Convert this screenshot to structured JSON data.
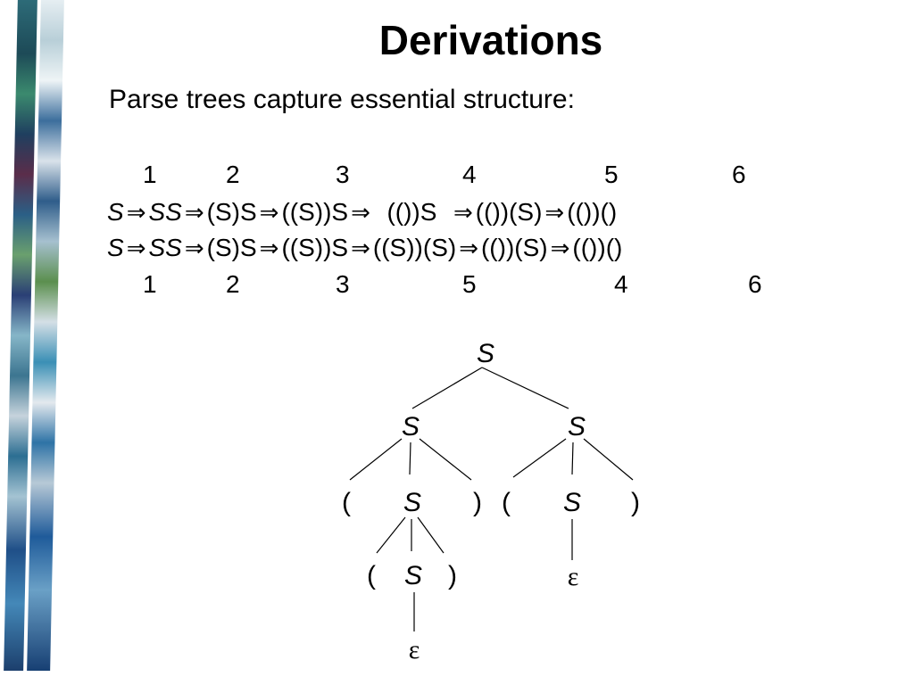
{
  "slide": {
    "title": "Derivations",
    "subtitle": "Parse trees capture essential structure:"
  },
  "top_numbers": [
    "1",
    "2",
    "3",
    "4",
    "5",
    "6"
  ],
  "bottom_numbers": [
    "1",
    "2",
    "3",
    "5",
    "4",
    "6"
  ],
  "derivation_1": [
    "S",
    "SS",
    "(S)S",
    "((S))S",
    "(())S",
    "(())(S)",
    "(())()"
  ],
  "derivation_2": [
    "S",
    "SS",
    "(S)S",
    "((S))S",
    "((S))(S)",
    "(())(S)",
    "(())()"
  ],
  "arrow_symbol": "⇒",
  "tree": {
    "root": "S",
    "left_child": "S",
    "right_child": "S",
    "left_open": "(",
    "left_inner": "S",
    "left_close": ")",
    "right_open": "(",
    "right_inner": "S",
    "right_close": ")",
    "inner_open": "(",
    "inner_s": "S",
    "inner_close": ")",
    "right_epsilon": "ε",
    "inner_epsilon": "ε"
  }
}
